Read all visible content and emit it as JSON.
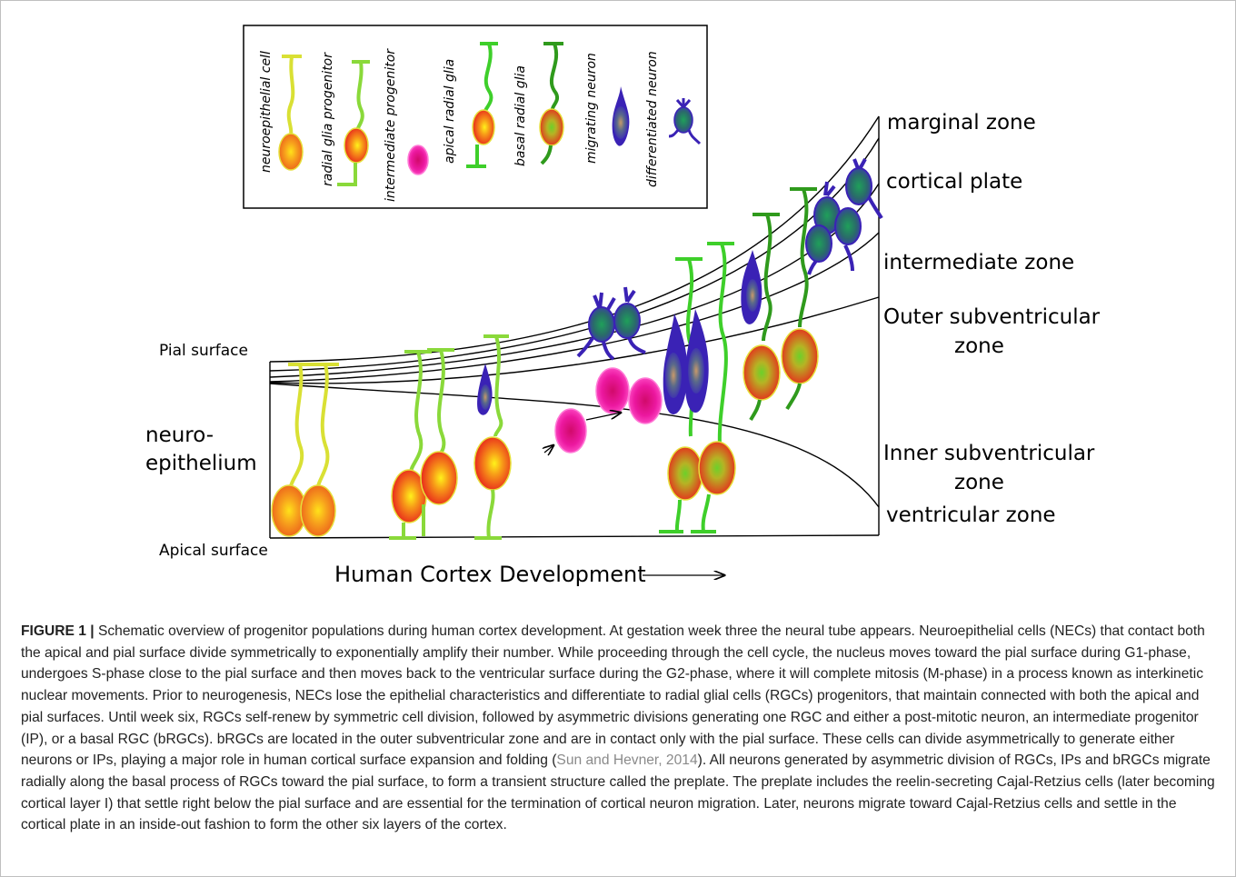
{
  "legend": {
    "items": [
      {
        "label": "neuroepithelial cell"
      },
      {
        "label": "radial glia progenitor"
      },
      {
        "label": "intermediate progenitor"
      },
      {
        "label": "apical radial glia"
      },
      {
        "label": "basal radial glia"
      },
      {
        "label": "migrating neuron"
      },
      {
        "label": "differentiated neuron"
      }
    ]
  },
  "zones": {
    "marginal": "marginal zone",
    "cortical_plate": "cortical plate",
    "intermediate": "intermediate zone",
    "outer_svz_1": "Outer subventricular",
    "outer_svz_2": "zone",
    "inner_svz_1": "Inner subventricular",
    "inner_svz_2": "zone",
    "ventricular": "ventricular zone"
  },
  "surfaces": {
    "pial": "Pial surface",
    "apical": "Apical surface",
    "neuro_1": "neuro-",
    "neuro_2": "epithelium"
  },
  "axis_title": "Human Cortex Development",
  "caption": {
    "figure_number": "FIGURE 1 |",
    "text_1": " Schematic overview of progenitor populations during human cortex development. At gestation week three the neural tube appears. Neuroepithelial cells (NECs) that contact both the apical and pial surface divide symmetrically to exponentially amplify their number. While proceeding through the cell cycle, the nucleus moves toward the pial surface during G1-phase, undergoes S-phase close to the pial surface and then moves back to the ventricular surface during the G2-phase, where it will complete mitosis (M-phase) in a process known as interkinetic nuclear movements. Prior to neurogenesis, NECs lose the epithelial characteristics and differentiate to radial glial cells (RGCs) progenitors, that maintain connected with both the apical and pial surfaces. Until week six, RGCs self-renew by symmetric cell division, followed by asymmetric divisions generating one RGC and either a post-mitotic neuron, an intermediate progenitor (IP), or a basal RGC (bRGCs). bRGCs are located in the outer subventricular zone and are in contact only with the pial surface. These cells can divide asymmetrically to generate either neurons or IPs, playing a major role in human cortical surface expansion and folding (",
    "citation": "Sun and Hevner, 2014",
    "text_2": "). All neurons generated by asymmetric division of RGCs, IPs and bRGCs migrate radially along the basal process of RGCs toward the pial surface, to form a transient structure called the preplate. The preplate includes the reelin-secreting Cajal-Retzius cells (later becoming cortical layer I) that settle right below the pial surface and are essential for the termination of cortical neuron migration. Later, neurons migrate toward Cajal-Retzius cells and settle in the cortical plate in an inside-out fashion to form the other six layers of the cortex."
  },
  "colors": {
    "neuroepithelial_process": "#d9e034",
    "radial_glia_process": "#8ad93a",
    "apical_glia_process": "#3ecf2a",
    "basal_glia_process": "#2f9a1c",
    "nucleus_orange": "#f2781d",
    "nucleus_red": "#e82a1c",
    "ip_magenta": "#e0148c",
    "neuron_blue": "#3a22b5",
    "neuron_fill": "#2c6e5c"
  }
}
